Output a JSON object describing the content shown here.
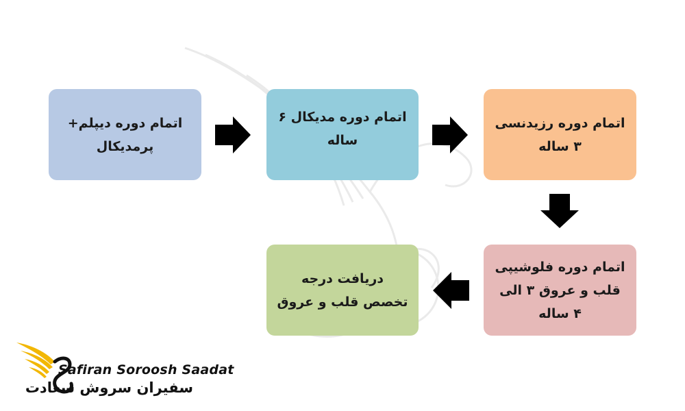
{
  "steps": [
    {
      "text": "اتمام دوره دیپلم+\nپرمدیکال",
      "color": "#b7c9e4"
    },
    {
      "text": "اتمام دوره مدیکال ۶\nساله",
      "color": "#93ccdc"
    },
    {
      "text": "اتمام دوره رزیدنسی\n۳ ساله",
      "color": "#fac190"
    },
    {
      "text": "اتمام دوره فلوشیپی\nقلب و عروق ۳ الی\n۴ ساله",
      "color": "#e6b9b8"
    },
    {
      "text": "دریافت درجه\nتخصص قلب و عروق",
      "color": "#c3d69b"
    }
  ],
  "logo": {
    "name_en": "Safiran Soroosh Saadat",
    "name_fa": "سفیران سروش سعادت",
    "accent_color": "#f2b705"
  },
  "arrows": [
    "right-arrow-icon",
    "right-arrow-icon",
    "down-arrow-icon",
    "left-arrow-icon"
  ]
}
